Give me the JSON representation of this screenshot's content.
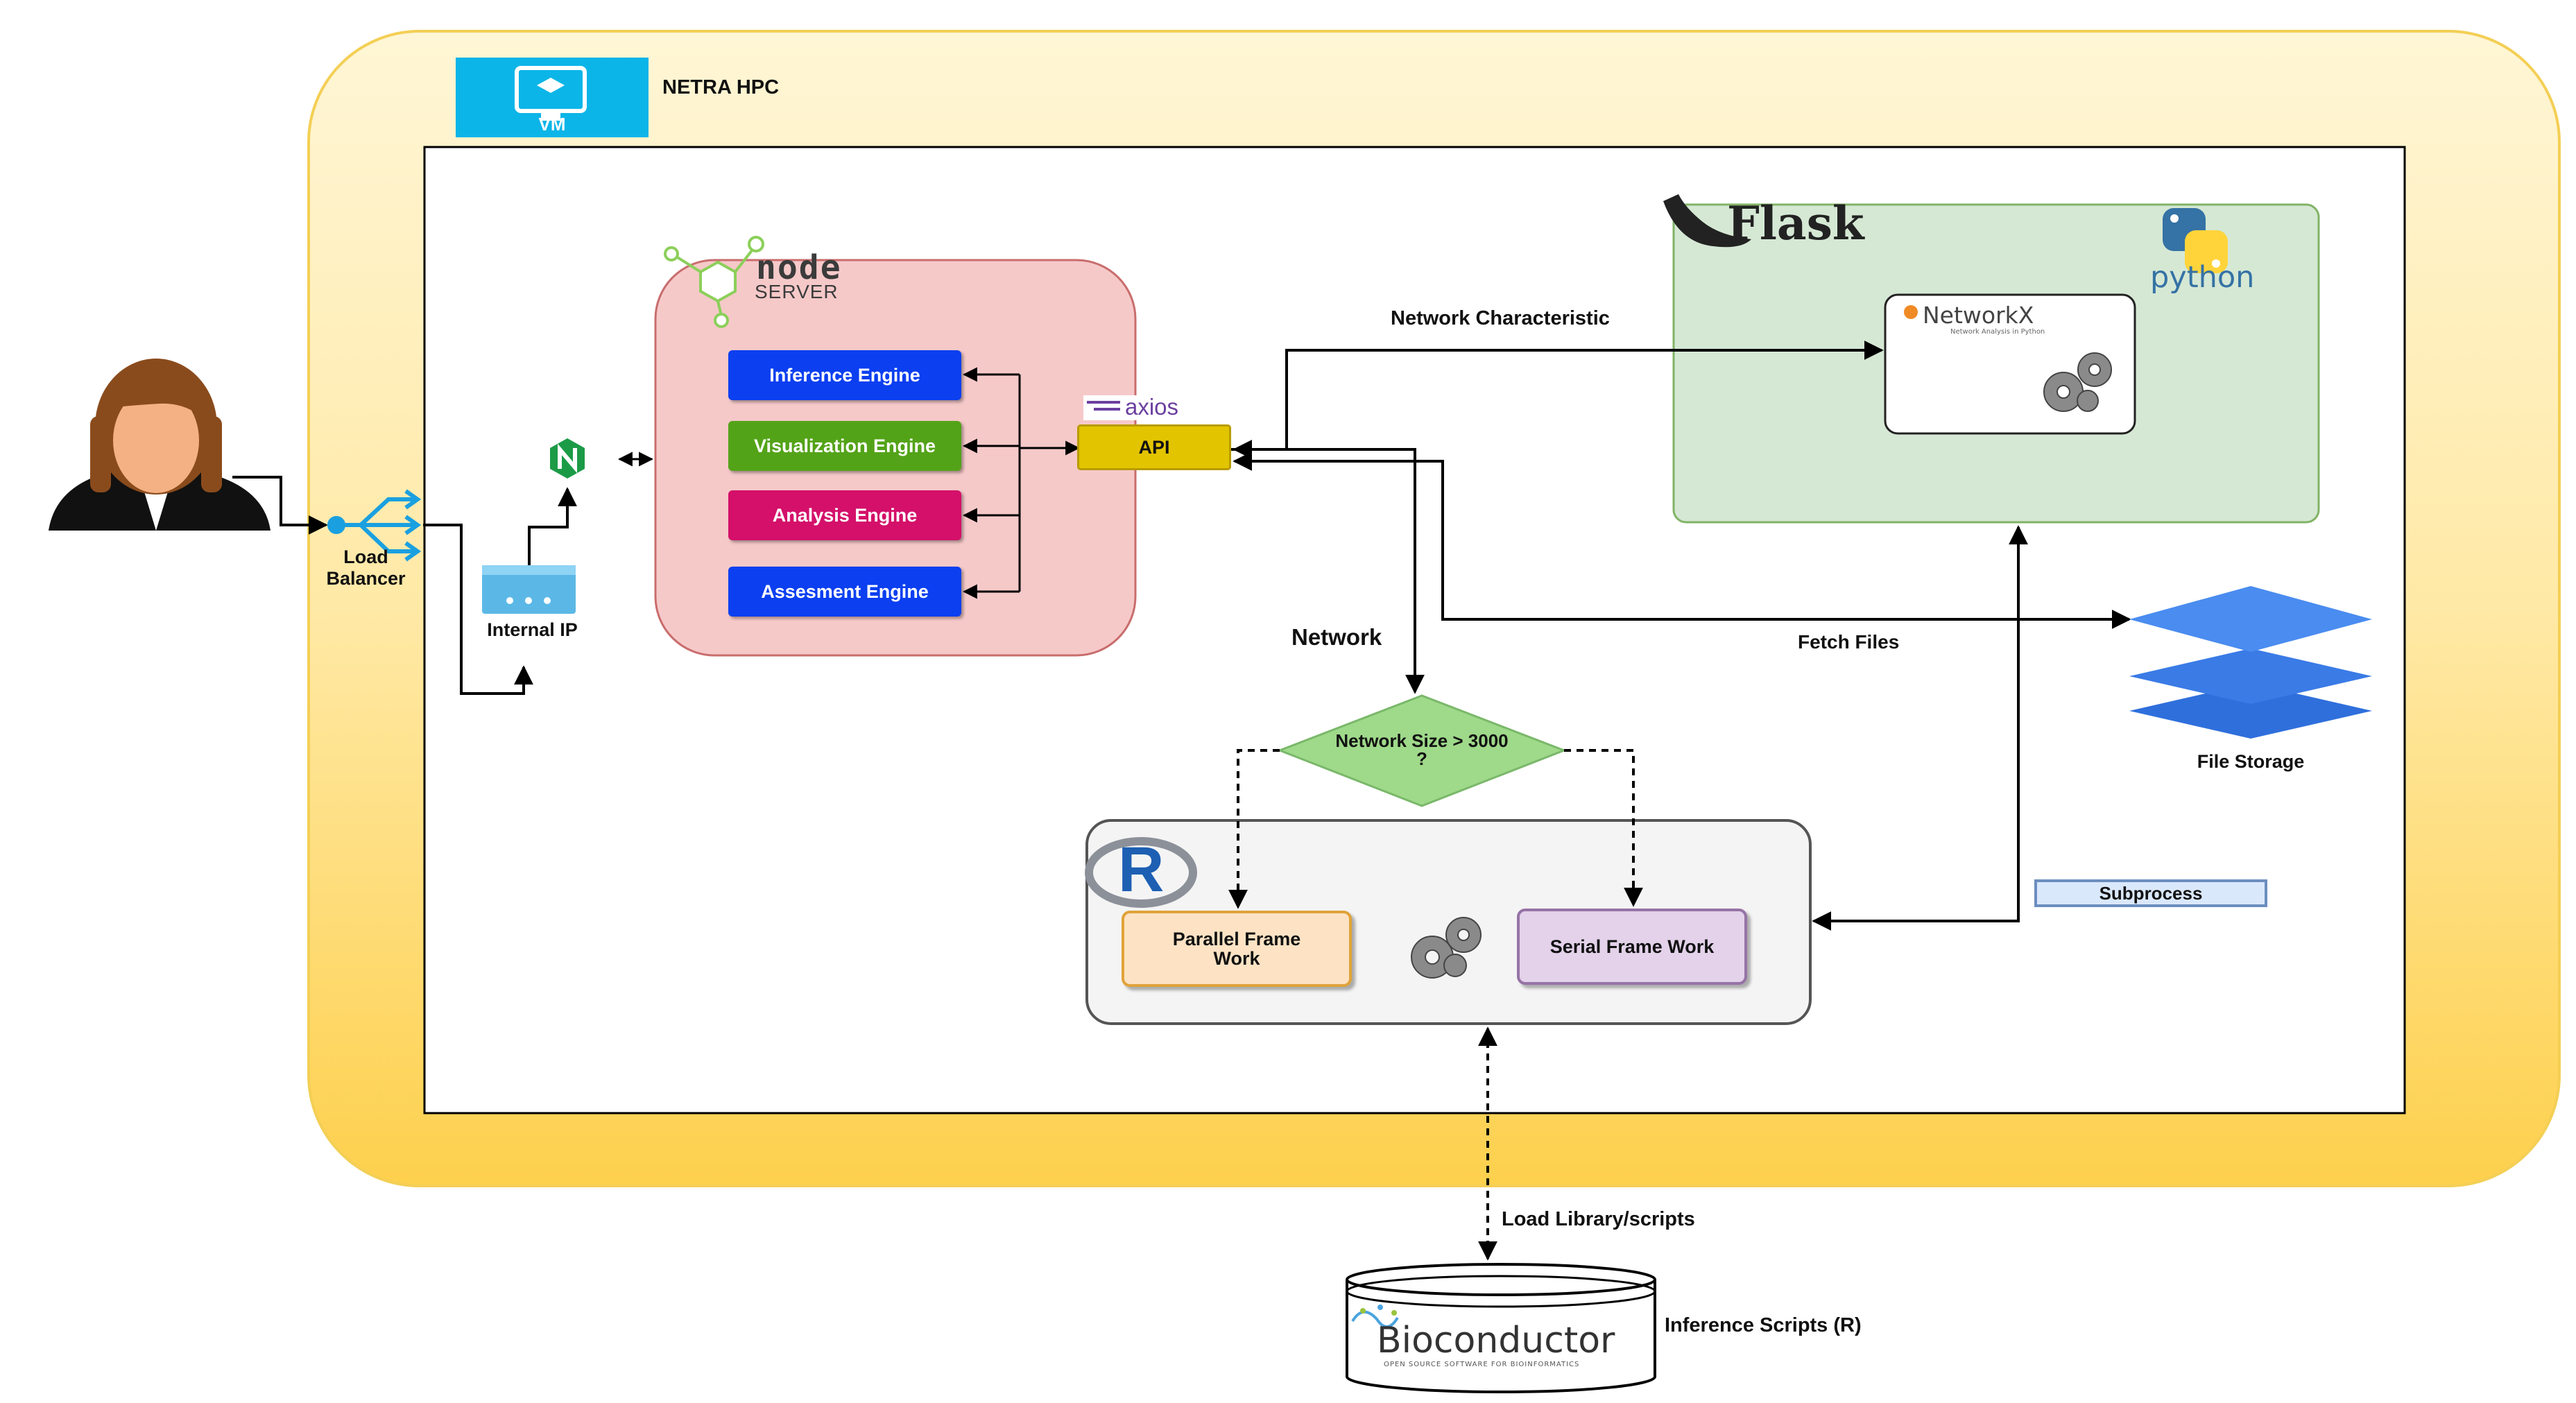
{
  "hpc": {
    "title": "NETRA HPC",
    "vm_label": "VM"
  },
  "user": {
    "load_balancer": "Load\nBalancer",
    "internal_ip": "Internal IP"
  },
  "node_server": {
    "logo_text": "node",
    "sub_text": "SERVER",
    "engines": [
      {
        "label": "Inference Engine",
        "color": "#0b3ff0"
      },
      {
        "label": "Visualization Engine",
        "color": "#53a318"
      },
      {
        "label": "Analysis Engine",
        "color": "#d4106a"
      },
      {
        "label": "Assesment Engine",
        "color": "#0b3ff0"
      }
    ]
  },
  "api": {
    "label": "API",
    "client": "axios"
  },
  "flask": {
    "title": "Flask",
    "python": "python",
    "networkx": "NetworkX",
    "networkx_sub": "Network Analysis in Python"
  },
  "edges": {
    "network_characteristic": "Network Characteristic",
    "network": "Network",
    "fetch_files": "Fetch Files",
    "load_library": "Load Library/scripts"
  },
  "decision": {
    "line1": "Network Size > 3000",
    "line2": "?"
  },
  "r_box": {
    "parallel": "Parallel Frame\nWork",
    "serial": "Serial Frame Work",
    "r_logo": "R"
  },
  "subprocess": "Subprocess",
  "storage": {
    "label": "File Storage"
  },
  "bioconductor": {
    "label": "Bioconductor",
    "tagline": "OPEN SOURCE SOFTWARE FOR BIOINFORMATICS",
    "caption": "Inference Scripts (R)"
  },
  "colors": {
    "hpc_fill": "#fdd65a",
    "node_fill": "#f6c9c9",
    "flask_fill": "#d5e8d4",
    "decision_fill": "#9fd98a",
    "api_fill": "#e2c400",
    "parallel_fill": "#fde3c4",
    "serial_fill": "#e3d2ea",
    "storage_fill": "#2f6fdc",
    "nginx": "#1c9b47"
  }
}
